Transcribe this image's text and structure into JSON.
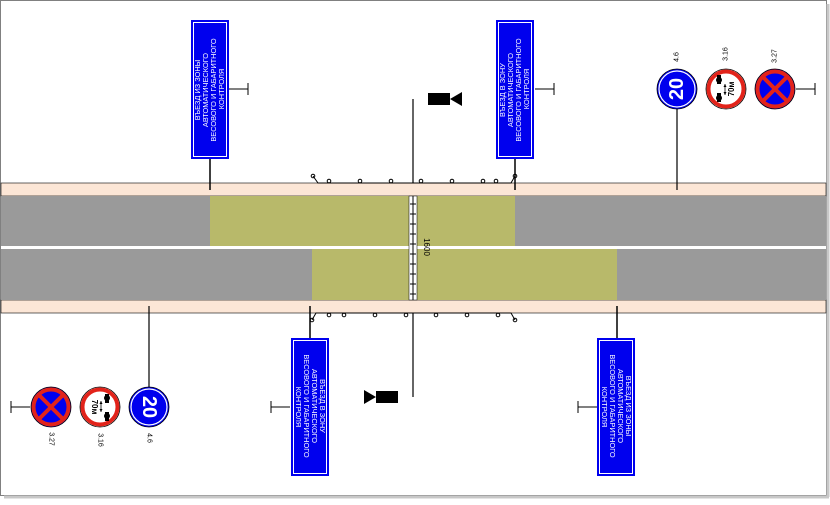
{
  "signs": {
    "exit_text": [
      "ВЪЕЗД ИЗ ЗОНЫ",
      "АВТОМАТИЧЕСКОГО",
      "ВЕСОВОГО И ГАБАРИТНОГО",
      "КОНТРОЛЯ"
    ],
    "entry_text": [
      "ВЪЕЗД В ЗОНУ",
      "АВТОМАТИЧЕСКОГО",
      "ВЕСОВОГО И ГАБАРИТНОГО",
      "КОНТРОЛЯ"
    ],
    "speed_limit": "20",
    "speed_sign_code": "4.6",
    "distance_sign_code": "3.16",
    "distance_value": "70м",
    "no_stopping_code": "3.27"
  },
  "measure": {
    "label": "1600"
  },
  "colors": {
    "road": "#9a9a9a",
    "sidewalk": "#fce6d6",
    "control_zone": "#b8b96a",
    "sign_blue": "#0000ee",
    "sign_red": "#e2231a",
    "lane_line": "#ffffff",
    "outline": "#000000"
  },
  "icons": [
    "camera-icon",
    "speed-limit-sign-icon",
    "distance-restriction-sign-icon",
    "no-stopping-sign-icon"
  ]
}
